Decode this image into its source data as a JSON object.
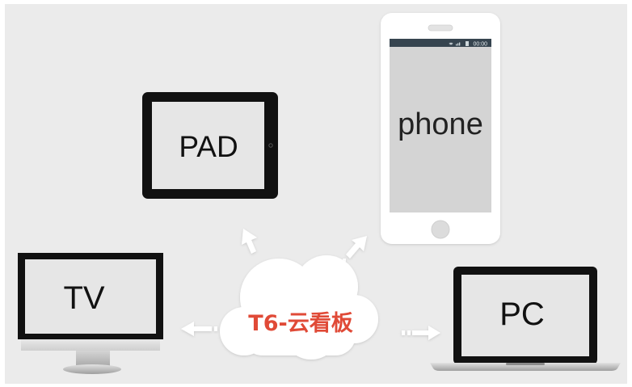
{
  "devices": {
    "pad": "PAD",
    "phone": "phone",
    "tv": "TV",
    "pc": "PC"
  },
  "phone_status": {
    "time": "00:00"
  },
  "cloud": {
    "label": "T6-云看板"
  },
  "colors": {
    "background": "#ebebeb",
    "frame": "#111111",
    "screen": "#e6e6e6",
    "phone_screen": "#d4d4d4",
    "phone_status_bar": "#36444f",
    "cloud": "#ffffff",
    "cloud_label": "#e04a37",
    "arrow": "#ffffff"
  },
  "icons": [
    "wifi-icon",
    "signal-icon",
    "battery-icon"
  ]
}
